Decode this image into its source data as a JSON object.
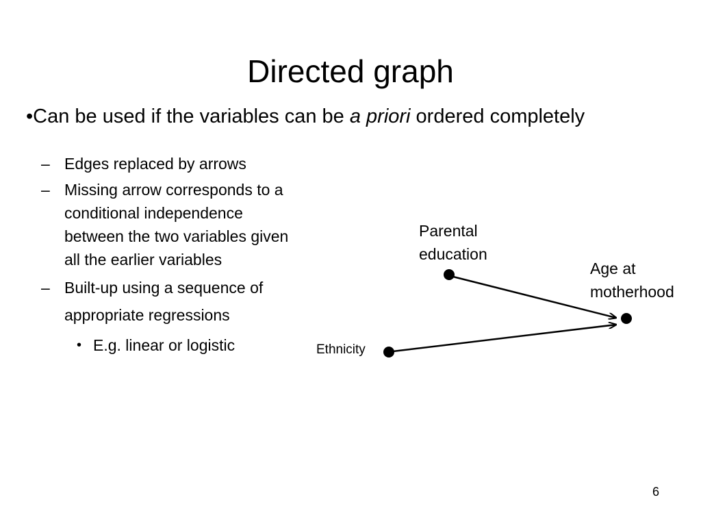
{
  "slide": {
    "title": "Directed graph",
    "main_bullet": {
      "prefix": "•Can be used if the variables can be ",
      "emphasis": "a priori",
      "suffix": " ordered completely"
    },
    "sub_bullets": [
      {
        "marker": "–",
        "text": "Edges replaced by arrows"
      },
      {
        "marker": "–",
        "text": "Missing arrow corresponds to a conditional independence between the two variables given all the earlier variables"
      },
      {
        "marker": "–",
        "text": "Built-up using a sequence of appropriate regressions"
      }
    ],
    "subsub_bullets": [
      {
        "marker": "•",
        "text": "E.g. linear or logistic"
      }
    ],
    "page_number": "6"
  },
  "diagram": {
    "nodes": [
      {
        "id": "parental-education",
        "label_line1": "Parental",
        "label_line2": "education"
      },
      {
        "id": "age-at-motherhood",
        "label_line1": "Age at",
        "label_line2": "motherhood"
      },
      {
        "id": "ethnicity",
        "label": "Ethnicity"
      }
    ],
    "edges": [
      {
        "from": "parental-education",
        "to": "age-at-motherhood"
      },
      {
        "from": "ethnicity",
        "to": "age-at-motherhood"
      }
    ]
  }
}
